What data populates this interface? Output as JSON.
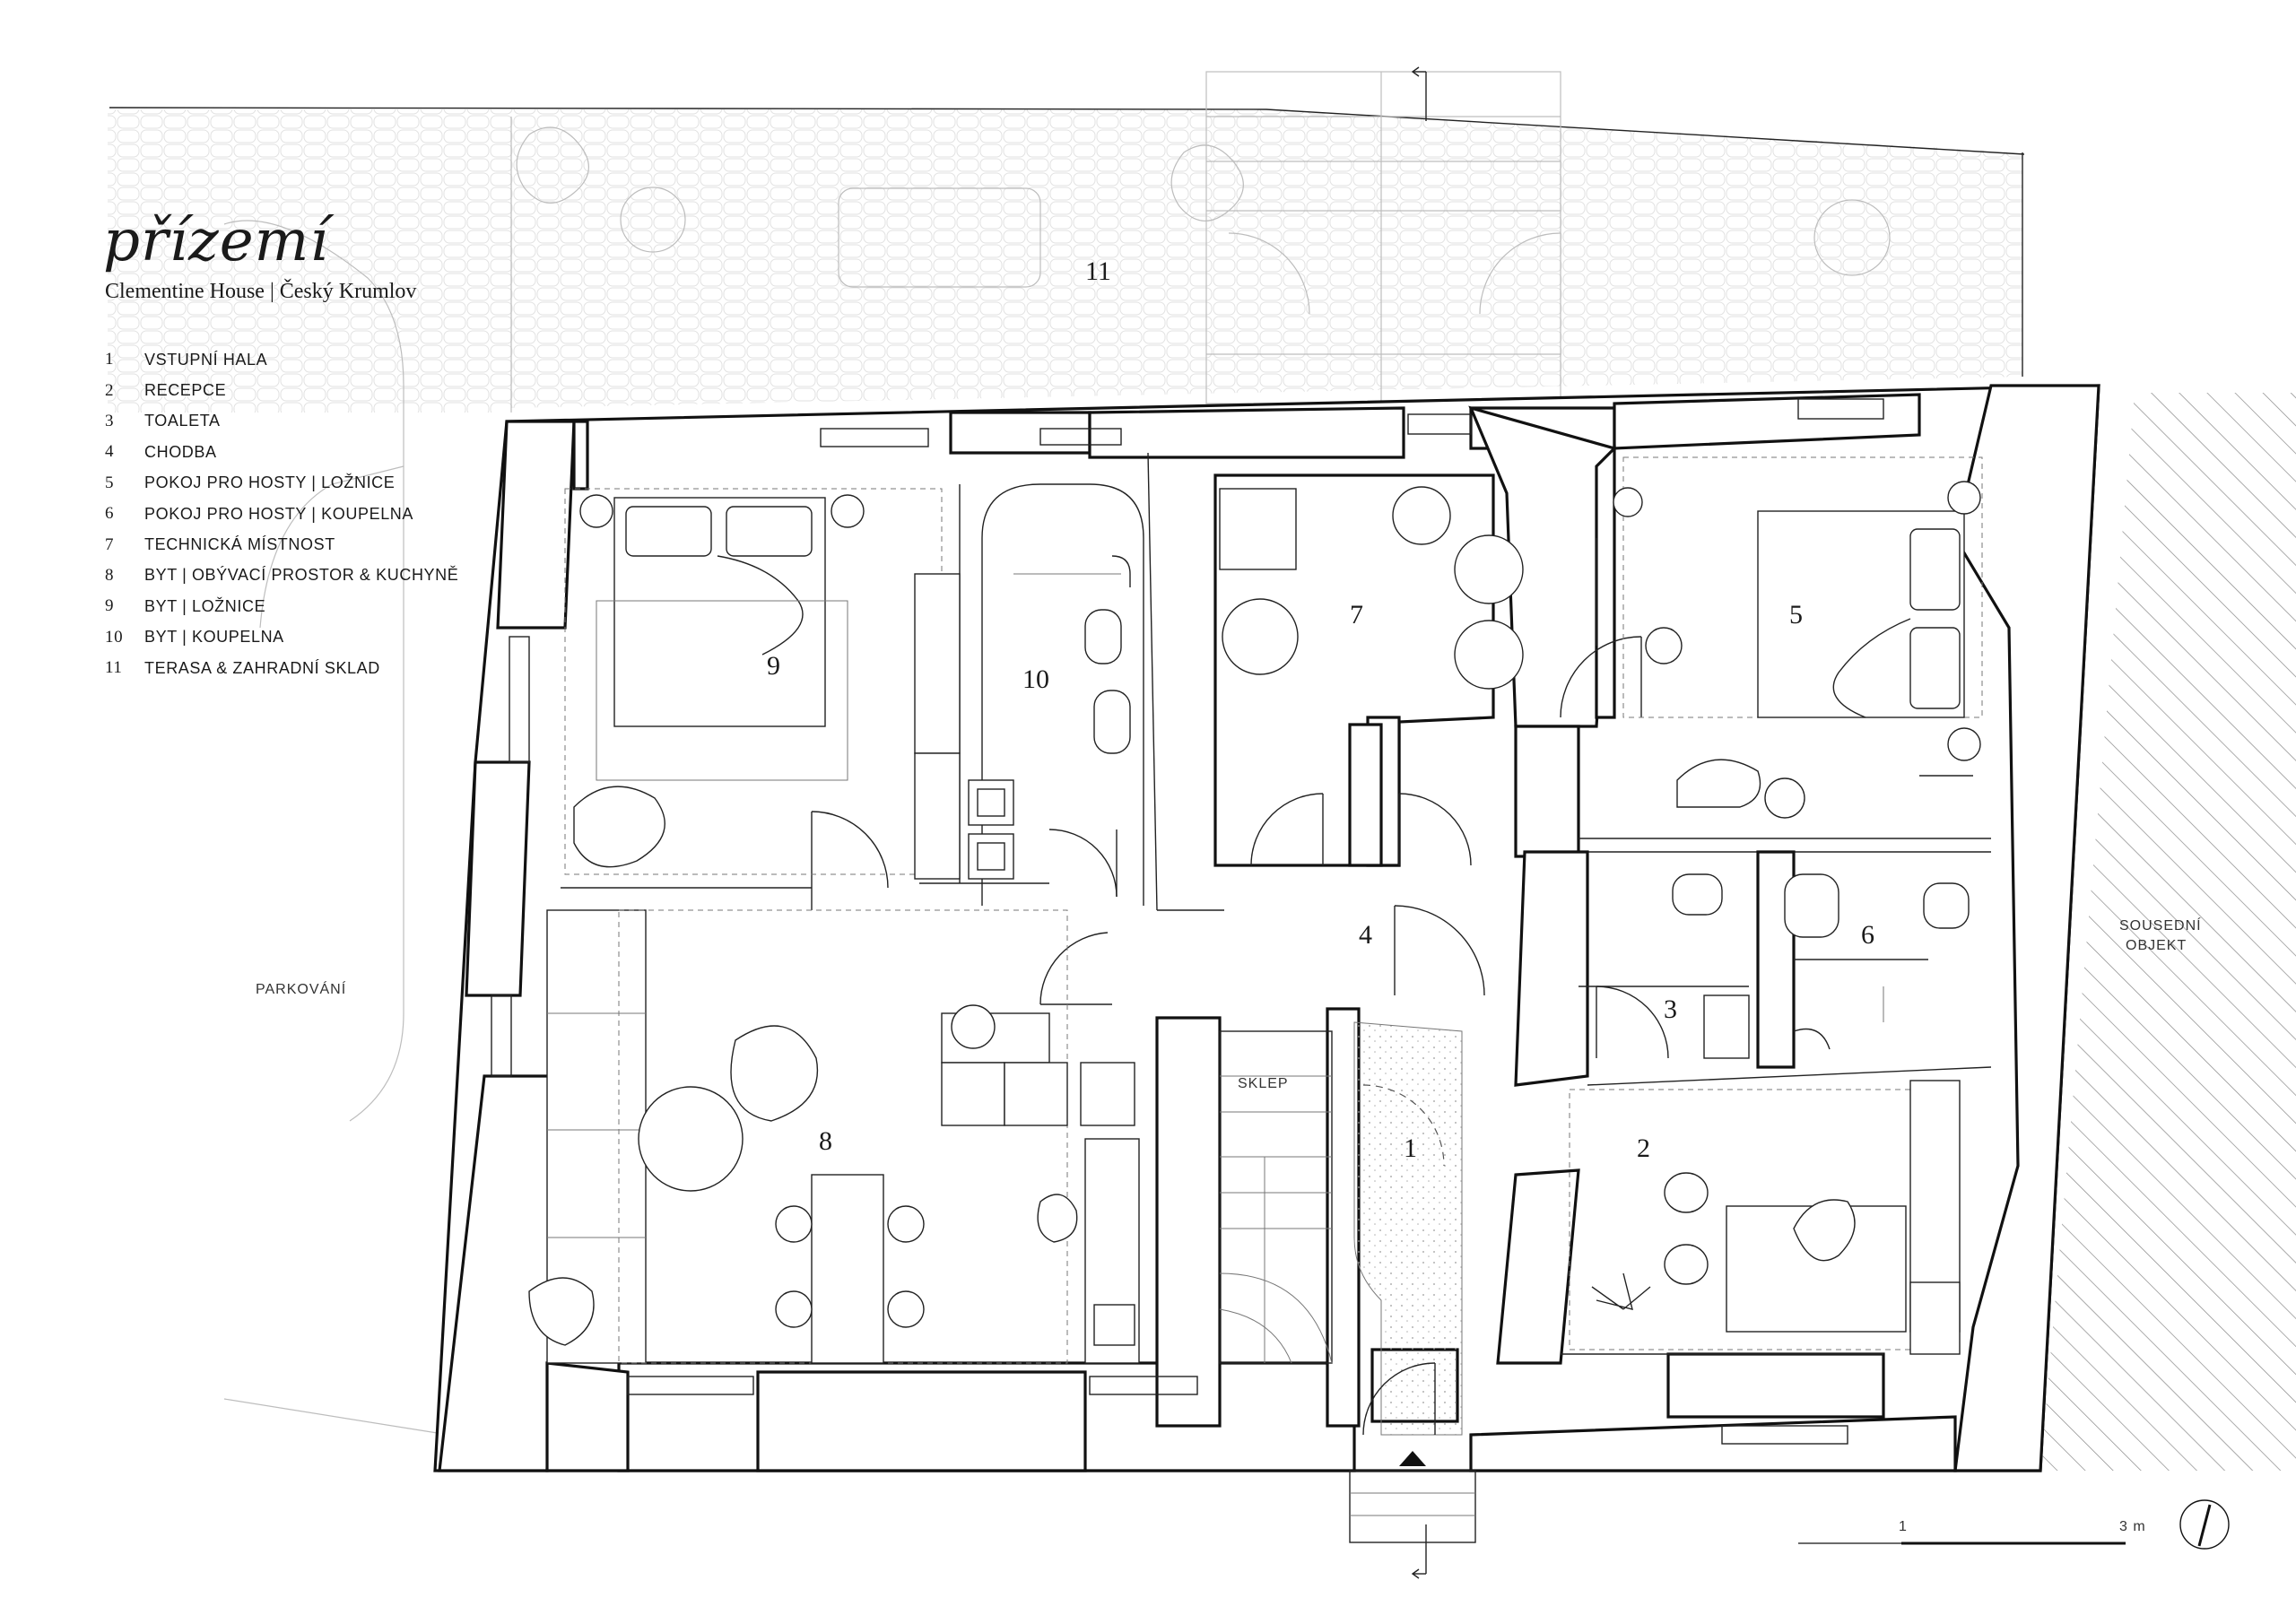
{
  "header": {
    "title": "přízemí",
    "subtitle": "Clementine House | Český Krumlov"
  },
  "legend": [
    {
      "num": "1",
      "label": "VSTUPNÍ HALA"
    },
    {
      "num": "2",
      "label": "RECEPCE"
    },
    {
      "num": "3",
      "label": "TOALETA"
    },
    {
      "num": "4",
      "label": "CHODBA"
    },
    {
      "num": "5",
      "label": "POKOJ PRO HOSTY | LOŽNICE"
    },
    {
      "num": "6",
      "label": "POKOJ PRO HOSTY | KOUPELNA"
    },
    {
      "num": "7",
      "label": "TECHNICKÁ MÍSTNOST"
    },
    {
      "num": "8",
      "label": "BYT | OBÝVACÍ PROSTOR & KUCHYNĚ"
    },
    {
      "num": "9",
      "label": "BYT | LOŽNICE"
    },
    {
      "num": "10",
      "label": "BYT | KOUPELNA"
    },
    {
      "num": "11",
      "label": "TERASA & ZAHRADNÍ SKLAD"
    }
  ],
  "rooms": {
    "r1": "1",
    "r2": "2",
    "r3": "3",
    "r4": "4",
    "r5": "5",
    "r6": "6",
    "r7": "7",
    "r8": "8",
    "r9": "9",
    "r10": "10",
    "r11": "11"
  },
  "labels": {
    "parking": "PARKOVÁNÍ",
    "neighbor_line1": "SOUSEDNÍ",
    "neighbor_line2": "OBJEKT",
    "cellar": "SKLEP"
  },
  "scale_bar": {
    "start_label": "1",
    "end_label": "3 m"
  }
}
